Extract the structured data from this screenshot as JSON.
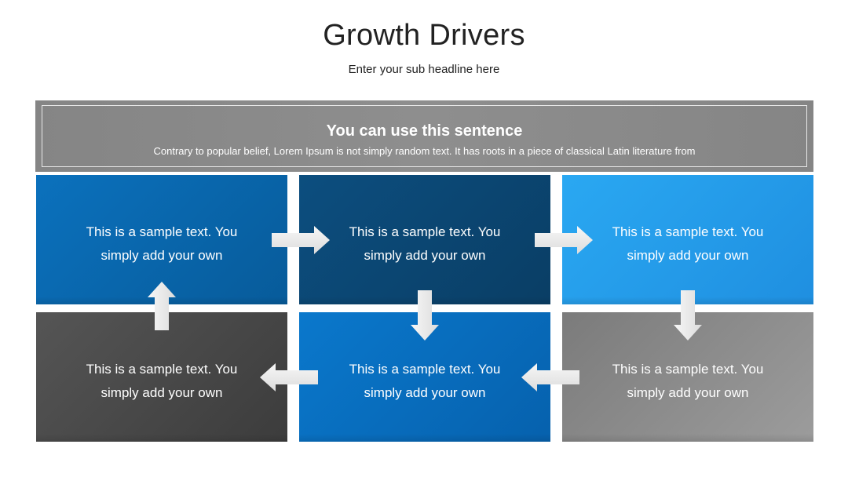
{
  "header": {
    "title": "Growth Drivers",
    "subtitle": "Enter your sub headline here"
  },
  "banner": {
    "heading": "You can use this sentence",
    "text": "Contrary to popular belief, Lorem Ipsum is not simply random text. It has roots in a piece of classical Latin literature from"
  },
  "boxes": [
    {
      "text": "This is a sample text. You simply add your own",
      "color": "#0b71bd"
    },
    {
      "text": "This is a sample text. You simply add your own",
      "color": "#0c4e7f"
    },
    {
      "text": "This is a sample text. You simply add your own",
      "color": "#2aa8f2"
    },
    {
      "text": "This is a sample text. You simply add your own",
      "color": "#4a4a4a"
    },
    {
      "text": "This is a sample text. You simply add your own",
      "color": "#0a72c4"
    },
    {
      "text": "This is a sample text. You simply add your own",
      "color": "#8a8a8a"
    }
  ],
  "arrows": [
    {
      "from": "box-1",
      "to": "box-2",
      "direction": "right"
    },
    {
      "from": "box-2",
      "to": "box-3",
      "direction": "right"
    },
    {
      "from": "box-2",
      "to": "box-5",
      "direction": "down"
    },
    {
      "from": "box-3",
      "to": "box-6",
      "direction": "down"
    },
    {
      "from": "box-6",
      "to": "box-5",
      "direction": "left"
    },
    {
      "from": "box-5",
      "to": "box-4",
      "direction": "left"
    },
    {
      "from": "box-4",
      "to": "box-1",
      "direction": "up"
    }
  ]
}
